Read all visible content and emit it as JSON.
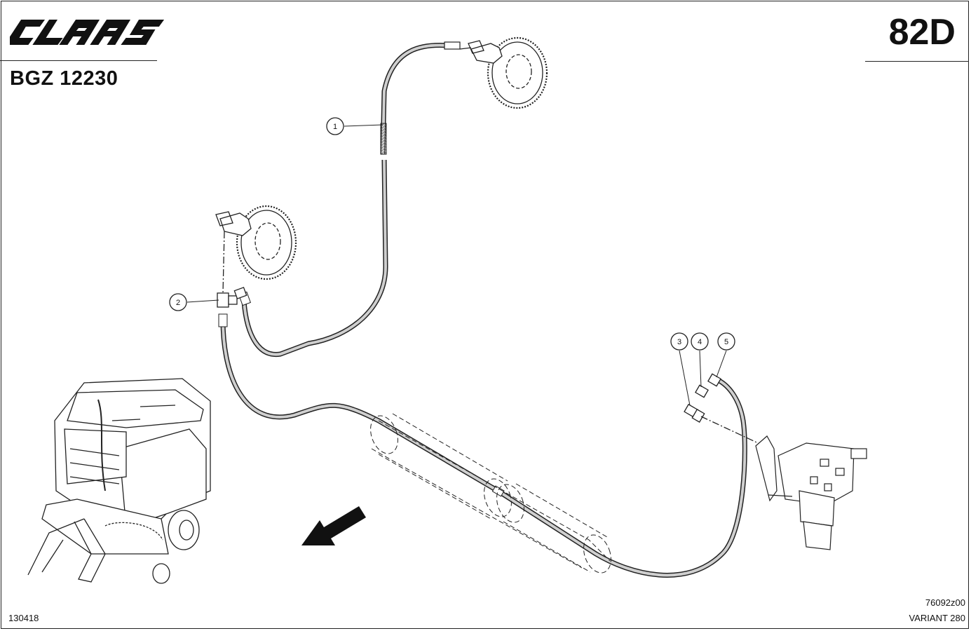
{
  "header": {
    "brand": "CLAAS",
    "ref_code": "BGZ 12230",
    "page_code": "82D"
  },
  "footer": {
    "left_code": "130418",
    "drawing_number": "76092z00",
    "variant": "VARIANT 280"
  },
  "callouts": [
    {
      "label": "1"
    },
    {
      "label": "2"
    },
    {
      "label": "3"
    },
    {
      "label": "4"
    },
    {
      "label": "5"
    }
  ],
  "icons": {
    "direction": "arrow-down-left-icon",
    "logo": "claas-logo-icon"
  }
}
